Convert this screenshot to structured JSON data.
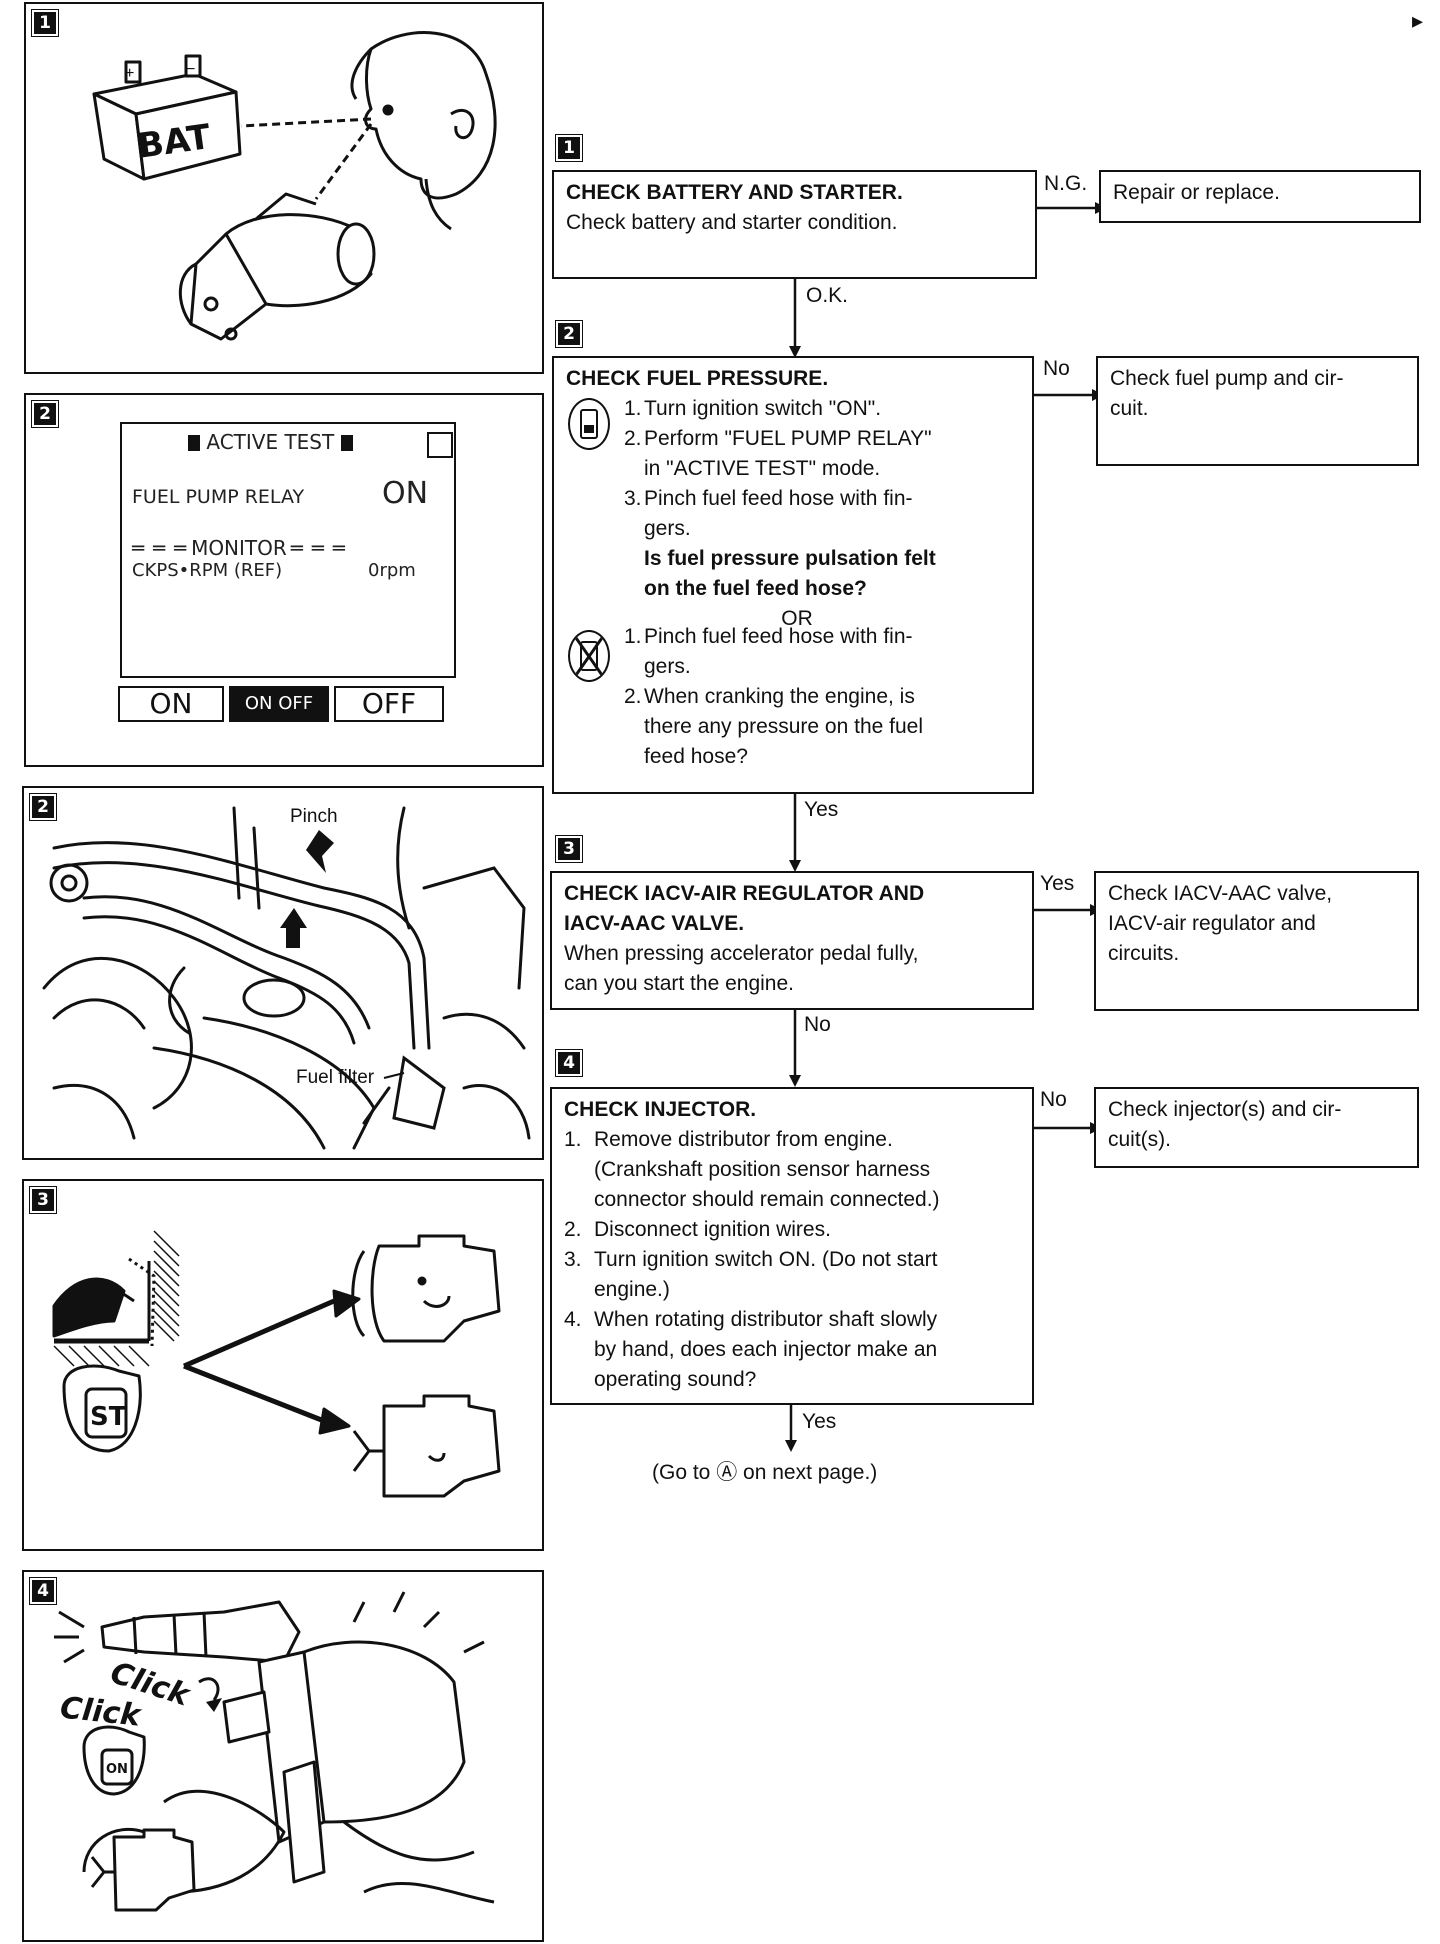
{
  "page_marker": "▸",
  "flow": {
    "step1": {
      "badge": "1",
      "title": "CHECK BATTERY AND STARTER.",
      "text": "Check battery and starter condition.",
      "no_label": "N.G.",
      "no_action": "Repair or replace.",
      "yes_label": "O.K."
    },
    "step2": {
      "badge": "2",
      "title": "CHECK FUEL PRESSURE.",
      "consult_steps": [
        "Turn ignition switch \"ON\".",
        "Perform \"FUEL PUMP RELAY\"",
        "in \"ACTIVE TEST\" mode.",
        "Pinch fuel feed hose with fin-",
        "gers."
      ],
      "consult_nums": [
        "1.",
        "2.",
        "3."
      ],
      "question_line1": "Is fuel pressure pulsation felt",
      "question_line2": "on the fuel feed hose?",
      "or_label": "OR",
      "alt_steps": [
        "Pinch fuel feed hose with fin-",
        "gers.",
        "When cranking the engine, is",
        "there any pressure on the fuel",
        "feed hose?"
      ],
      "alt_nums": [
        "1.",
        "2."
      ],
      "no_label": "No",
      "no_action_line1": "Check fuel pump and cir-",
      "no_action_line2": "cuit.",
      "yes_label": "Yes"
    },
    "step3": {
      "badge": "3",
      "title_line1": "CHECK IACV-AIR REGULATOR AND",
      "title_line2": "IACV-AAC VALVE.",
      "text_line1": "When pressing accelerator pedal fully,",
      "text_line2": "can you start the engine.",
      "yes_label": "Yes",
      "yes_action": [
        "Check IACV-AAC valve,",
        "IACV-air regulator and",
        "circuits."
      ],
      "no_label": "No"
    },
    "step4": {
      "badge": "4",
      "title": "CHECK INJECTOR.",
      "lines": [
        "Remove distributor from engine.",
        "(Crankshaft position sensor harness",
        "connector should remain connected.)",
        "Disconnect ignition wires.",
        "Turn ignition switch ON. (Do not start",
        "engine.)",
        "When rotating distributor shaft slowly",
        "by hand, does each injector make an",
        "operating sound?"
      ],
      "nums": [
        "1.",
        "2.",
        "3.",
        "4."
      ],
      "no_label": "No",
      "no_action_line1": "Check injector(s) and cir-",
      "no_action_line2": "cuit(s).",
      "yes_label": "Yes",
      "goto": "(Go to Ⓐ on next page.)"
    }
  },
  "illustrations": {
    "fig1": {
      "badge": "1",
      "battery_label": "BAT",
      "battery_pos": "+",
      "battery_neg": "−"
    },
    "fig2": {
      "badge": "2",
      "header": "ACTIVE TEST",
      "item": "FUEL PUMP RELAY",
      "item_value": "ON",
      "monitor": "MONITOR",
      "monitor_item": "CKPS•RPM (REF)",
      "monitor_value": "0rpm",
      "buttons": [
        "ON",
        "ON OFF",
        "OFF"
      ]
    },
    "fig3": {
      "badge": "2",
      "pinch_label": "Pinch",
      "filter_label": "Fuel filter"
    },
    "fig4": {
      "badge": "3",
      "switch_label": "ST"
    },
    "fig5": {
      "badge": "4",
      "click1": "Click",
      "click2": "Click",
      "switch_label": "ON"
    }
  },
  "colors": {
    "ink": "#111111",
    "paper": "#ffffff"
  }
}
